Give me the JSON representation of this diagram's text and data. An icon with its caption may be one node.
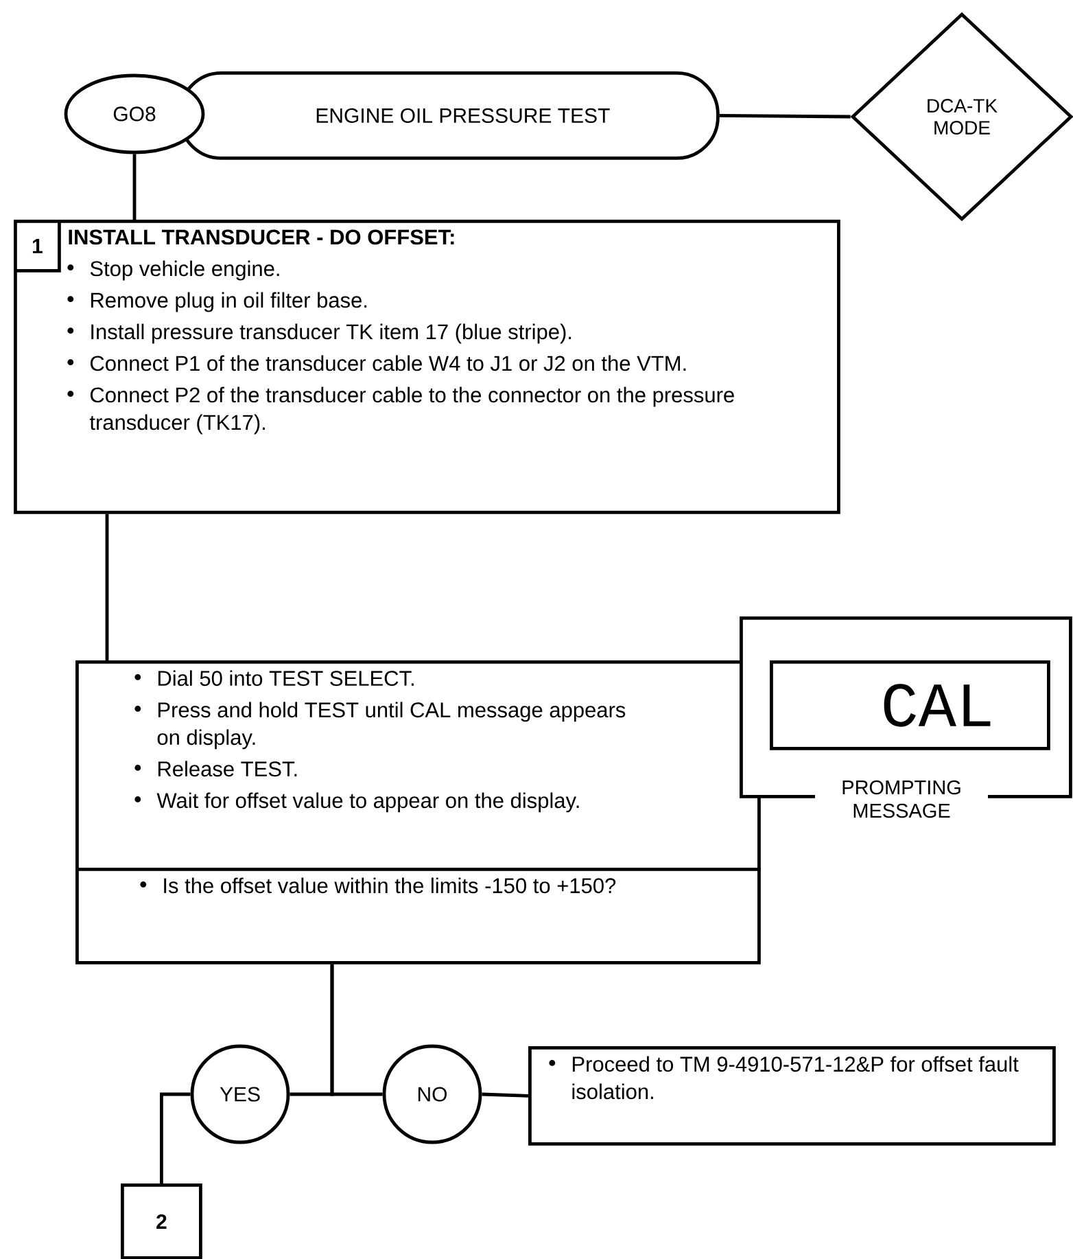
{
  "diagram": {
    "nodes": [
      {
        "text": [
          "GO8"
        ]
      },
      {
        "text": [
          "ENGINE OIL PRESSURE TEST"
        ]
      },
      {
        "text": [
          "DCA-TK MODE"
        ]
      },
      {
        "text": [
          "INSTALL TRANSDUCER - DO OFFSET:",
          "Stop vehicle engine.",
          "Remove plug in oil filter base.",
          "Install pressure transducer TK item 17 (blue stripe).",
          "Connect P1 of the transducer cable W4 to J1 or J2 on the VTM.",
          "Connect P2 of the transducer cable to the connector on the pressure transducer (TK17)."
        ]
      },
      {
        "text": [
          "1"
        ],
        "in": 3
      },
      {
        "text": [
          "Dial 50 into TEST SELECT.",
          "Press and hold TEST until CAL message appears on display.",
          "Release TEST.",
          "Wait for offset value to appear on the display."
        ]
      },
      {
        "text": [
          "Is the offset value within the limits -150 to +150?"
        ]
      },
      {
        "text": [
          "PROMPTING MESSAGE"
        ]
      },
      {
        "text": [
          "CAL"
        ],
        "in": 7
      },
      {
        "text": [
          "YES"
        ]
      },
      {
        "text": [
          "NO"
        ]
      },
      {
        "text": [
          "Proceed to TM 9-4910-571-12&P for offset fault isolation."
        ]
      },
      {
        "text": [
          "2"
        ]
      }
    ],
    "edges": [
      {
        "from": 0,
        "to": 3,
        "arrow": "none"
      },
      {
        "from": 1,
        "to": 2,
        "arrow": "none"
      },
      {
        "from": 3,
        "to": 5,
        "arrow": "none"
      },
      {
        "from": 6,
        "to": 9,
        "arrow": "none"
      },
      {
        "from": 6,
        "to": 10,
        "arrow": "none"
      },
      {
        "from": 10,
        "to": 11,
        "arrow": "none"
      },
      {
        "from": 9,
        "to": 12,
        "arrow": "none"
      }
    ]
  }
}
